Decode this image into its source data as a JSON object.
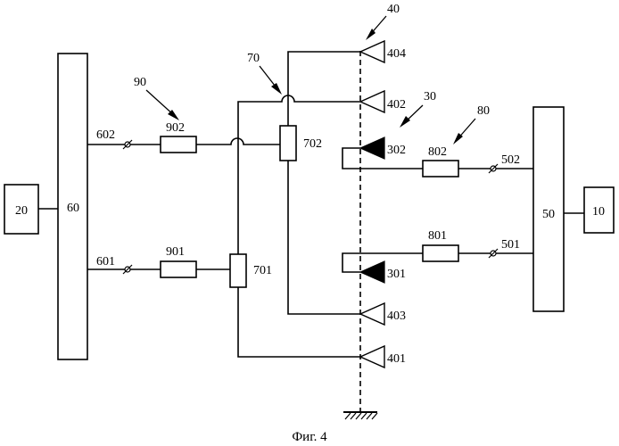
{
  "labels": {
    "b20": "20",
    "b60": "60",
    "b50": "50",
    "b10": "10",
    "n40": "40",
    "n70": "70",
    "n90": "90",
    "n30": "30",
    "n80": "80",
    "a404": "404",
    "a402": "402",
    "a403": "403",
    "a401": "401",
    "a302": "302",
    "a301": "301",
    "p602": "602",
    "p601": "601",
    "p502": "502",
    "p501": "501",
    "f902": "902",
    "f901": "901",
    "f802": "802",
    "f801": "801",
    "c702": "702",
    "c701": "701"
  },
  "caption": "Фиг. 4"
}
